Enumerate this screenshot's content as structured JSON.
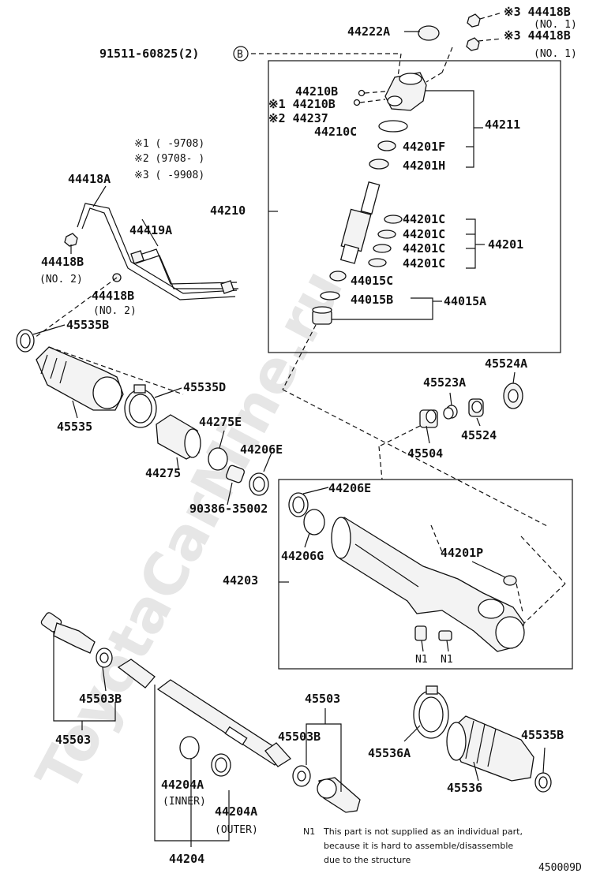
{
  "watermark": "ToyotaCarMine.ru",
  "labels": {
    "l44222A": "44222A",
    "l44418B_a": "※3 44418B",
    "l44418B_a_no": "(NO. 1)",
    "l44418B_b": "※3 44418B",
    "l44418B_b_no": "(NO. 1)",
    "l91511": "91511-60825(2)",
    "lB": "B",
    "l44210B_a": "44210B",
    "l44210B_b": "※1 44210B",
    "l44237": "※2 44237",
    "l44210C": "44210C",
    "l44211": "44211",
    "l44201F": "44201F",
    "l44201H": "44201H",
    "note1": "※1 (    -9708)",
    "note2": "※2 (9708-    )",
    "note3": "※3 (    -9908)",
    "l44418A": "44418A",
    "l44419A": "44419A",
    "l44210": "44210",
    "l44201C_1": "44201C",
    "l44201C_2": "44201C",
    "l44201C_3": "44201C",
    "l44201C_4": "44201C",
    "l44201": "44201",
    "l44418B_c": "44418B",
    "l44418B_c_no": "(NO. 2)",
    "l44418B_d": "44418B",
    "l44418B_d_no": "(NO. 2)",
    "l44015C": "44015C",
    "l44015B": "44015B",
    "l44015A": "44015A",
    "l45535B_a": "45535B",
    "l45535D": "45535D",
    "l45535": "45535",
    "l44275E": "44275E",
    "l44275": "44275",
    "l44206E_a": "44206E",
    "l90386": "90386-35002",
    "l45523A": "45523A",
    "l45524A": "45524A",
    "l45524": "45524",
    "l45504": "45504",
    "l44206E_b": "44206E",
    "l44206G": "44206G",
    "l44201P": "44201P",
    "l44203": "44203",
    "lN1_a": "N1",
    "lN1_b": "N1",
    "l45503B_a": "45503B",
    "l45503_a": "45503",
    "l45503_b": "45503",
    "l45503B_b": "45503B",
    "l45536A": "45536A",
    "l45535B_b": "45535B",
    "l45536": "45536",
    "l44204A_inner": "44204A",
    "l44204A_inner_sub": "(INNER)",
    "l44204A_outer": "44204A",
    "l44204A_outer_sub": "(OUTER)",
    "l44204": "44204",
    "footnote_tag": "N1",
    "footnote_l1": "This part is not supplied as an individual part,",
    "footnote_l2": "because it is hard to assemble/disassemble",
    "footnote_l3": "due to the structure",
    "code": "450009D"
  }
}
